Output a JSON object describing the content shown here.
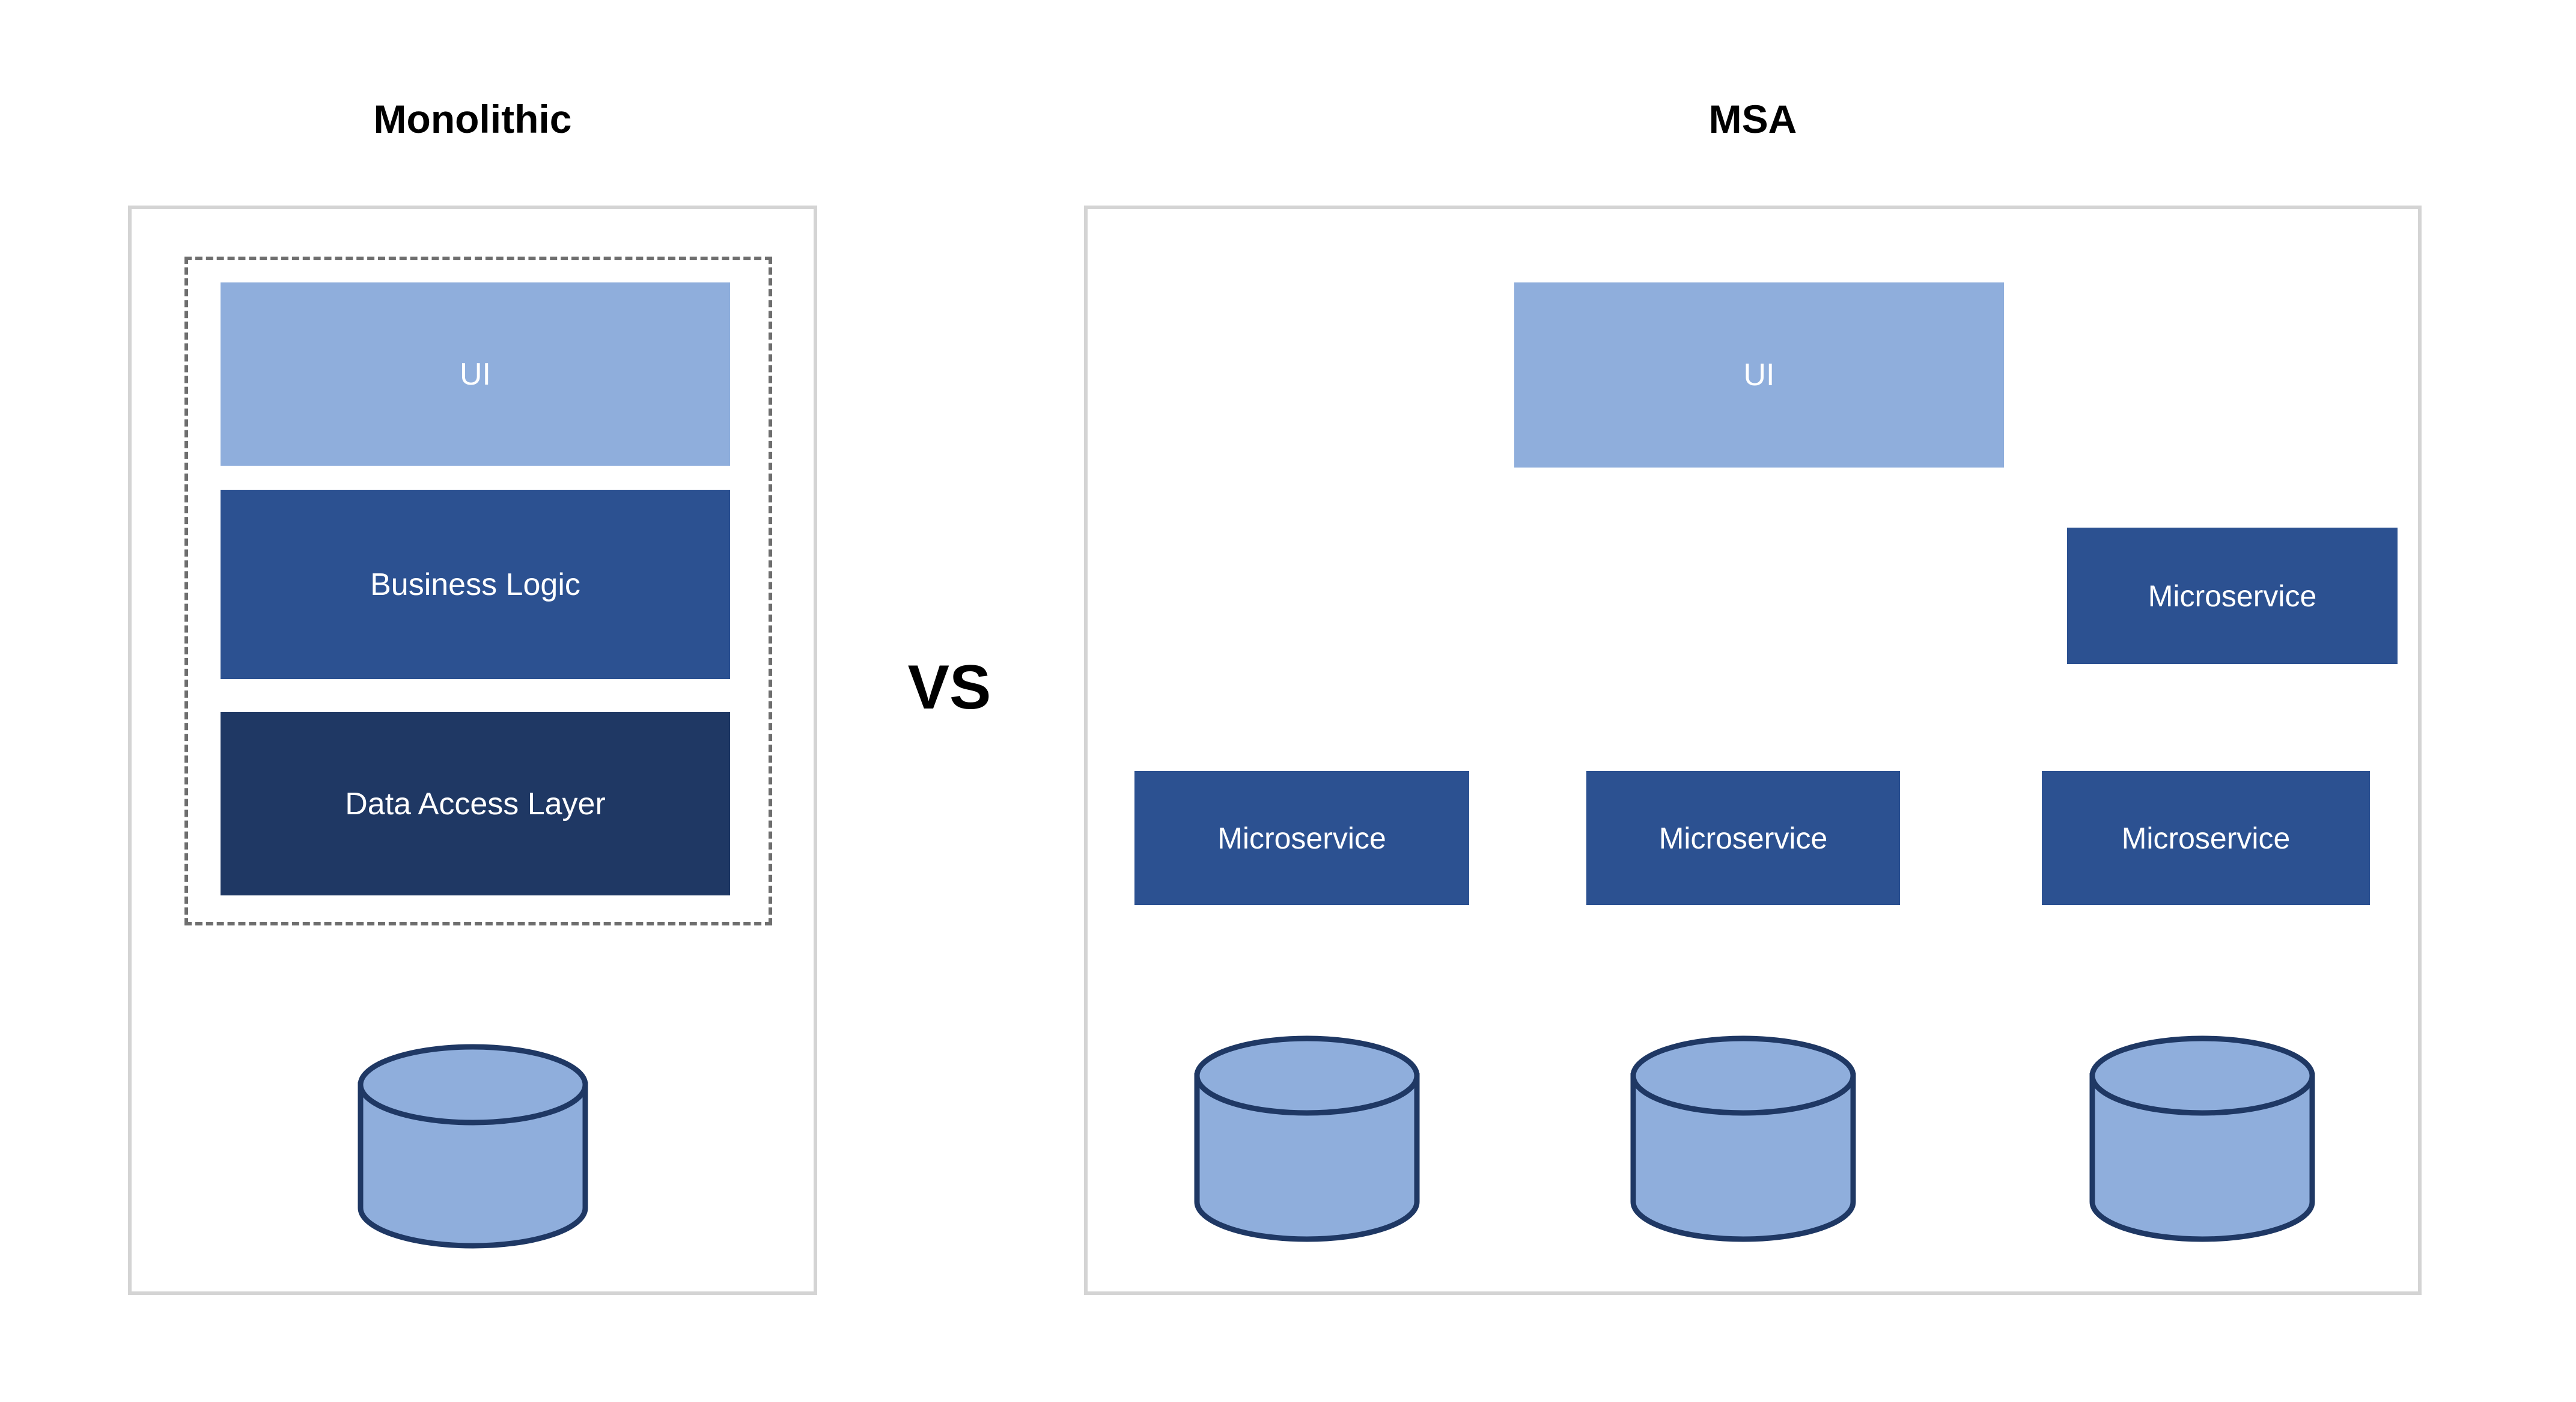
{
  "diagram": {
    "comparison_label": "VS",
    "panels": [
      {
        "id": "monolithic",
        "title": "Monolithic",
        "layers": [
          {
            "label": "UI",
            "color": "#8faedc"
          },
          {
            "label": "Business Logic",
            "color": "#2c5191"
          },
          {
            "label": "Data Access Layer",
            "color": "#1f3864"
          }
        ],
        "database": {
          "label": "",
          "fill": "#8faedc",
          "stroke": "#1f3864"
        },
        "boundary_style": "dashed"
      },
      {
        "id": "msa",
        "title": "MSA",
        "ui": {
          "label": "UI",
          "color": "#8faedc"
        },
        "services": [
          {
            "label": "Microservice",
            "color": "#2c5191",
            "position": "top-right"
          },
          {
            "label": "Microservice",
            "color": "#2c5191",
            "position": "bottom-left"
          },
          {
            "label": "Microservice",
            "color": "#2c5191",
            "position": "bottom-center"
          },
          {
            "label": "Microservice",
            "color": "#2c5191",
            "position": "bottom-right"
          }
        ],
        "databases": [
          {
            "label": "",
            "fill": "#8faedc",
            "stroke": "#1f3864"
          },
          {
            "label": "",
            "fill": "#8faedc",
            "stroke": "#1f3864"
          },
          {
            "label": "",
            "fill": "#8faedc",
            "stroke": "#1f3864"
          }
        ]
      }
    ],
    "colors": {
      "frame_border": "#d4d4d4",
      "dashed_border": "#6e6e6e",
      "arrow": "#6e6e6e",
      "ui_fill": "#8faedc",
      "service_fill": "#2c5191",
      "data_layer_fill": "#1f3864",
      "db_stroke": "#1f3864",
      "text_on_fill": "#ffffff",
      "title_text": "#000000"
    }
  }
}
